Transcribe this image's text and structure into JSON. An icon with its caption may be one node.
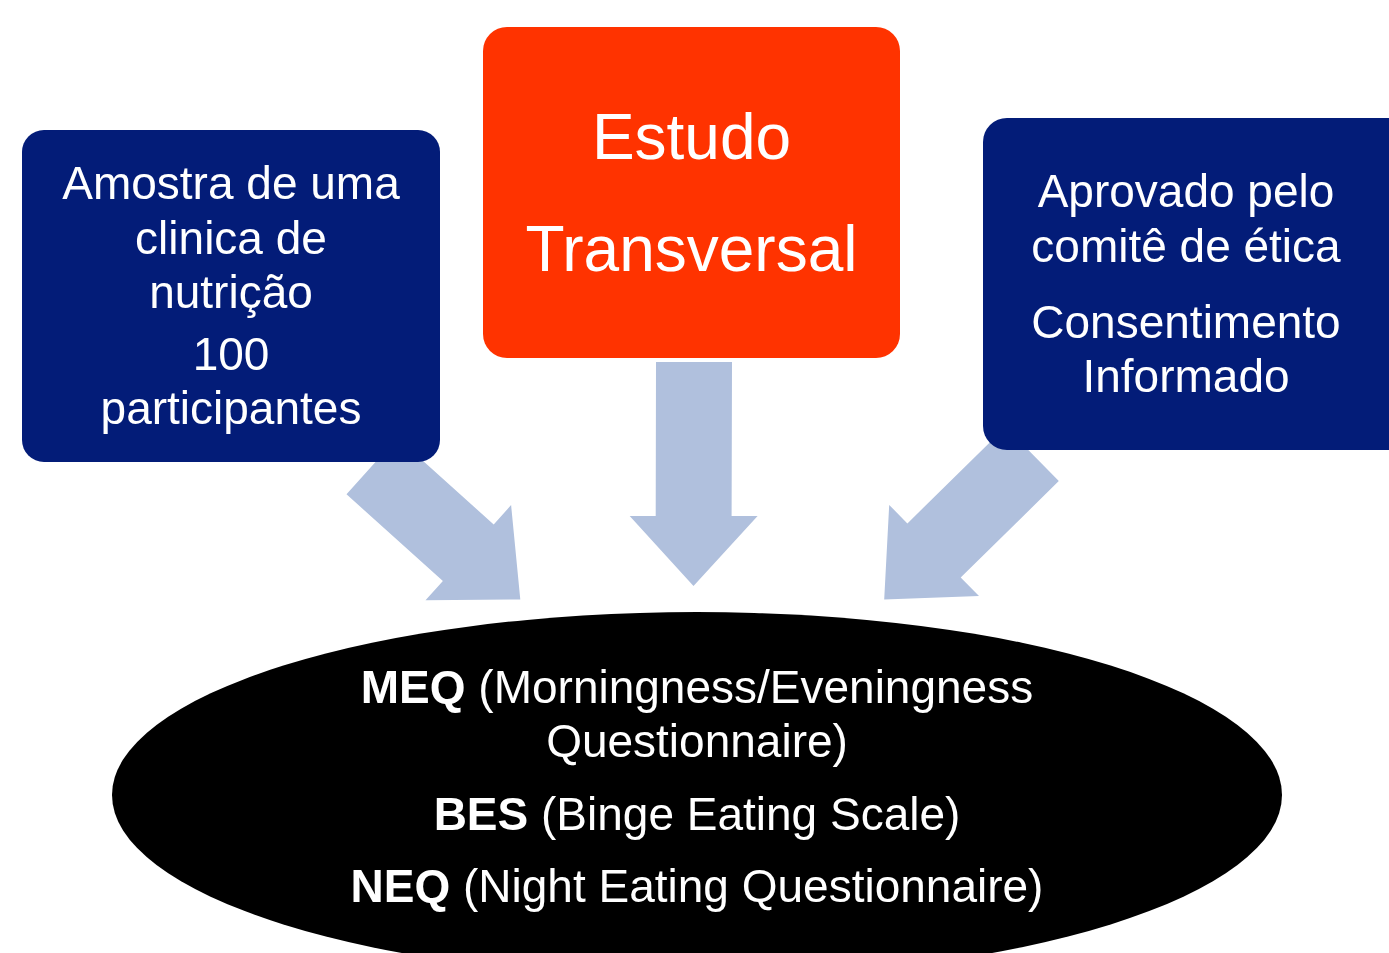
{
  "diagram": {
    "nodes": [
      {
        "text": [
          "Amostra de uma clinica de nutrição",
          "100 participantes"
        ]
      },
      {
        "text": [
          "Estudo Transversal"
        ]
      },
      {
        "text": [
          "Aprovado pelo comitê de ética",
          "Consentimento Informado"
        ]
      },
      {
        "text": [
          "**MEQ** (Morningness/Eveningness Questionnaire)",
          "**BES** (Binge Eating Scale)",
          "**NEQ** (Night Eating Questionnaire)"
        ]
      }
    ],
    "edges": [
      {
        "from": 0,
        "to": 3,
        "arrow": "to"
      },
      {
        "from": 1,
        "to": 3,
        "arrow": "to"
      },
      {
        "from": 2,
        "to": 3,
        "arrow": "to"
      }
    ]
  }
}
